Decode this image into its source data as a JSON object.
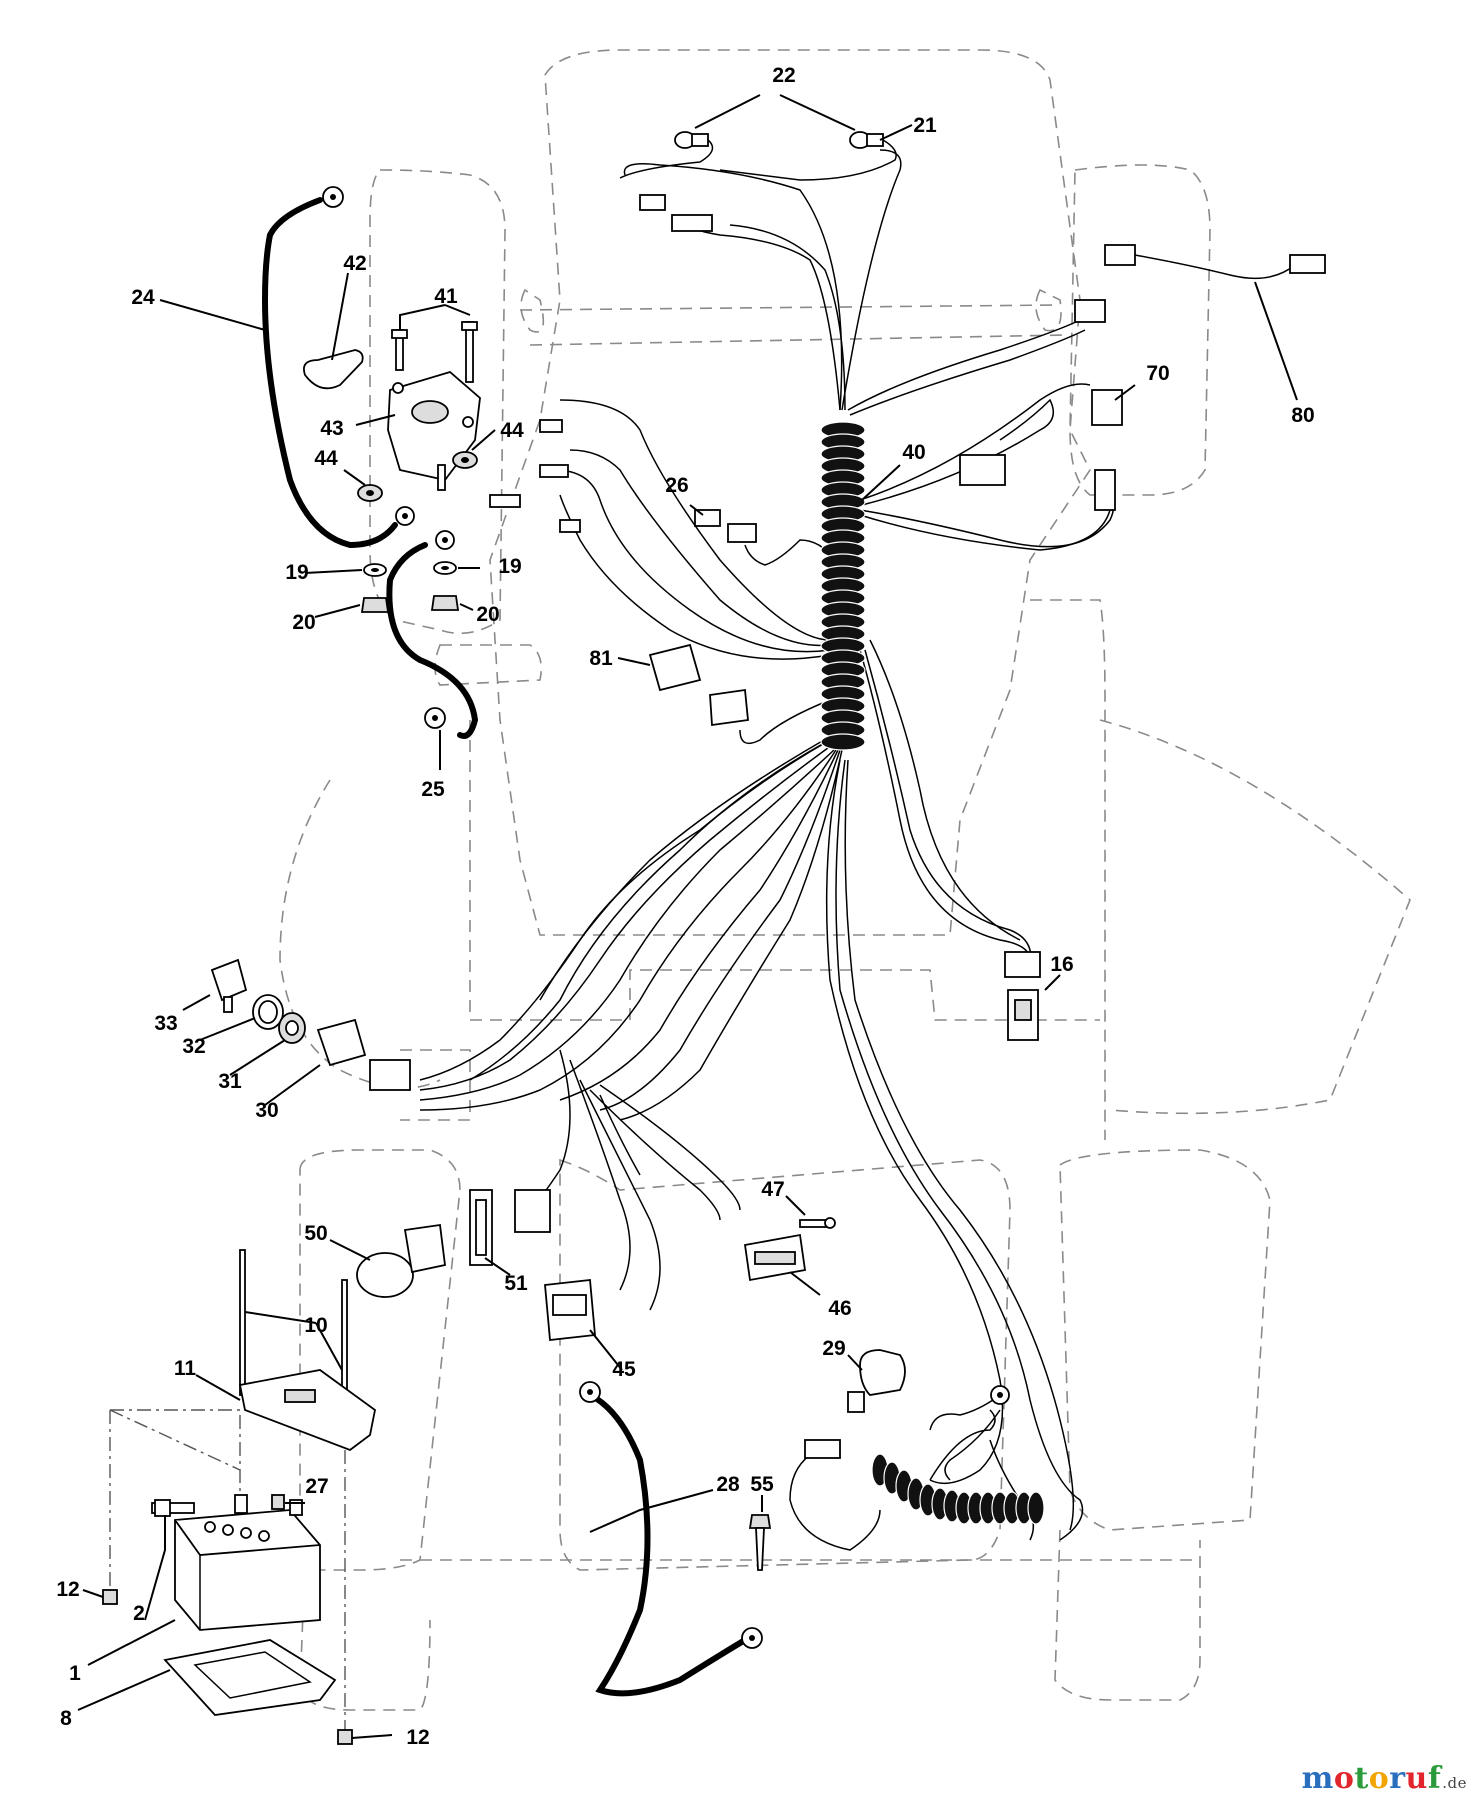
{
  "diagram": {
    "labels": [
      {
        "id": "lbl-22",
        "text": "22"
      },
      {
        "id": "lbl-21",
        "text": "21"
      },
      {
        "id": "lbl-42",
        "text": "42"
      },
      {
        "id": "lbl-24",
        "text": "24"
      },
      {
        "id": "lbl-41",
        "text": "41"
      },
      {
        "id": "lbl-43",
        "text": "43"
      },
      {
        "id": "lbl-44a",
        "text": "44"
      },
      {
        "id": "lbl-44b",
        "text": "44"
      },
      {
        "id": "lbl-19a",
        "text": "19"
      },
      {
        "id": "lbl-19b",
        "text": "19"
      },
      {
        "id": "lbl-20a",
        "text": "20"
      },
      {
        "id": "lbl-20b",
        "text": "20"
      },
      {
        "id": "lbl-25",
        "text": "25"
      },
      {
        "id": "lbl-80",
        "text": "80"
      },
      {
        "id": "lbl-70",
        "text": "70"
      },
      {
        "id": "lbl-40",
        "text": "40"
      },
      {
        "id": "lbl-26",
        "text": "26"
      },
      {
        "id": "lbl-81",
        "text": "81"
      },
      {
        "id": "lbl-16",
        "text": "16"
      },
      {
        "id": "lbl-33",
        "text": "33"
      },
      {
        "id": "lbl-32",
        "text": "32"
      },
      {
        "id": "lbl-31",
        "text": "31"
      },
      {
        "id": "lbl-30",
        "text": "30"
      },
      {
        "id": "lbl-50",
        "text": "50"
      },
      {
        "id": "lbl-51",
        "text": "51"
      },
      {
        "id": "lbl-47",
        "text": "47"
      },
      {
        "id": "lbl-46",
        "text": "46"
      },
      {
        "id": "lbl-10",
        "text": "10"
      },
      {
        "id": "lbl-11",
        "text": "11"
      },
      {
        "id": "lbl-45",
        "text": "45"
      },
      {
        "id": "lbl-29",
        "text": "29"
      },
      {
        "id": "lbl-27",
        "text": "27"
      },
      {
        "id": "lbl-55",
        "text": "55"
      },
      {
        "id": "lbl-28",
        "text": "28"
      },
      {
        "id": "lbl-12a",
        "text": "12"
      },
      {
        "id": "lbl-2",
        "text": "2"
      },
      {
        "id": "lbl-1",
        "text": "1"
      },
      {
        "id": "lbl-8",
        "text": "8"
      },
      {
        "id": "lbl-12b",
        "text": "12"
      }
    ]
  },
  "watermark": {
    "letters": [
      "m",
      "o",
      "t",
      "o",
      "r",
      "u",
      "f"
    ],
    "colors": [
      "#2a6fbd",
      "#e2262d",
      "#2a9a3a",
      "#f2a500",
      "#2a6fbd",
      "#e2262d",
      "#2a9a3a"
    ],
    "suffix": ".de"
  }
}
